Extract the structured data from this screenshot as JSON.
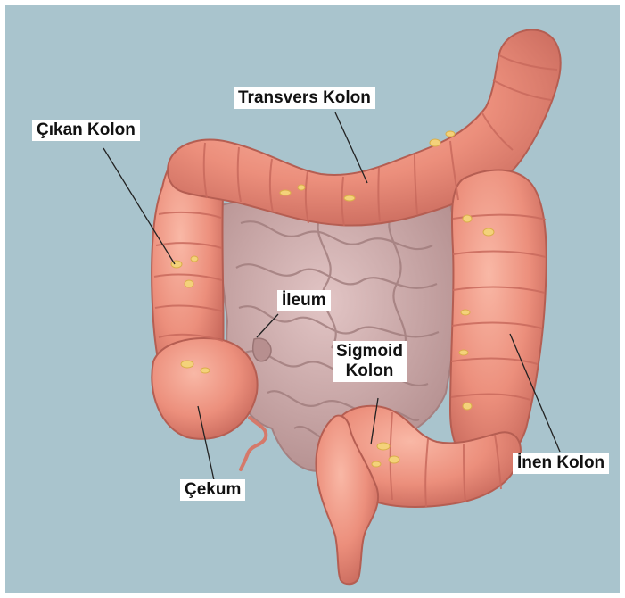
{
  "colors": {
    "background": "#a9c4cd",
    "colon": "#ec8f7c",
    "colon_dark": "#c96a5d",
    "colon_light": "#f7b3a1",
    "small_intestine": "#cba6a6",
    "small_intestine_dark": "#a98585",
    "fat_tags": "#f4d27a",
    "leader_line": "#222222",
    "label_bg": "#ffffff"
  },
  "labels": {
    "transverse": "Transvers Kolon",
    "ascending": "Çıkan Kolon",
    "ileum": "İleum",
    "sigmoid_1": "Sigmoid",
    "sigmoid_2": "Kolon",
    "descending": "İnen Kolon",
    "cecum": "Çekum"
  }
}
